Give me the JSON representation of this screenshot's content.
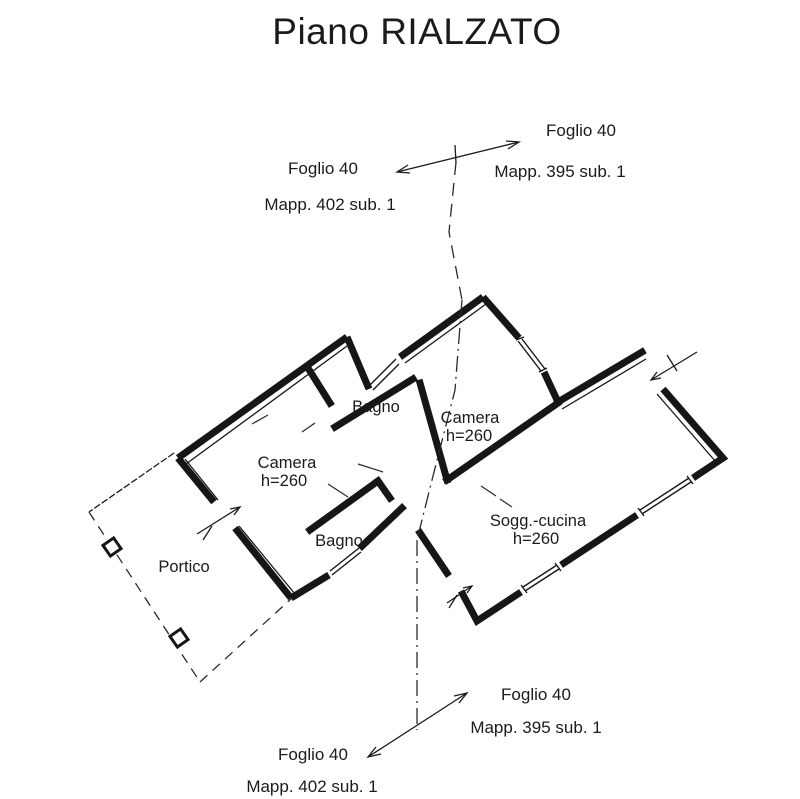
{
  "title": "Piano RIALZATO",
  "colors": {
    "ink": "#1b1b1b",
    "background": "#ffffff"
  },
  "parcel_labels": {
    "top_left": {
      "foglio": "Foglio 40",
      "mapp": "Mapp. 402 sub. 1"
    },
    "top_right": {
      "foglio": "Foglio 40",
      "mapp": "Mapp. 395 sub. 1"
    },
    "bottom_left": {
      "foglio": "Foglio 40",
      "mapp": "Mapp. 402 sub. 1"
    },
    "bottom_right": {
      "foglio": "Foglio 40",
      "mapp": "Mapp. 395 sub. 1"
    }
  },
  "rooms": {
    "bagno_top": {
      "name": "Bagno"
    },
    "camera_top": {
      "name": "Camera",
      "height": "h=260"
    },
    "camera_left": {
      "name": "Camera",
      "height": "h=260"
    },
    "sogg_cucina": {
      "name": "Sogg.-cucina",
      "height": "h=260"
    },
    "bagno_bottom": {
      "name": "Bagno"
    },
    "portico": {
      "name": "Portico"
    }
  }
}
